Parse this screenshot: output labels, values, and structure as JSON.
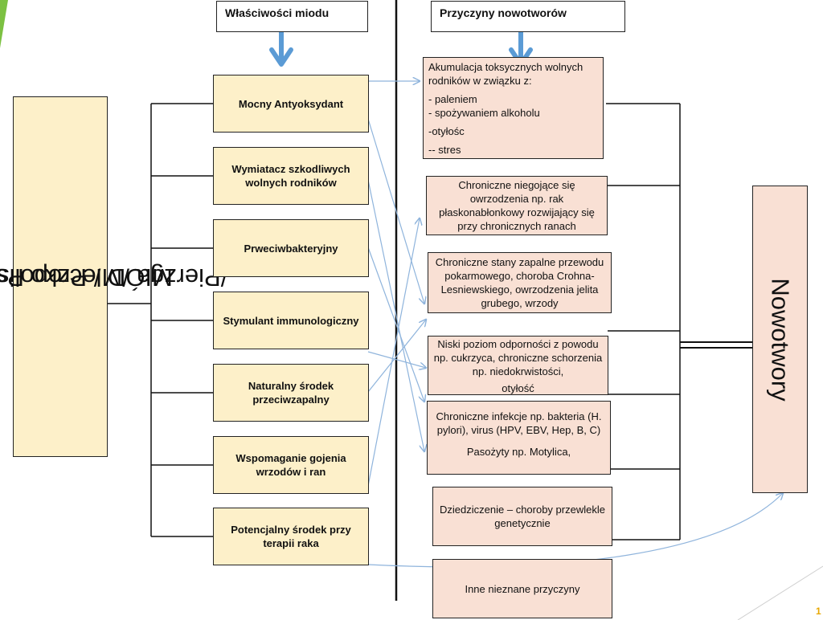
{
  "headers": {
    "properties": "Właściwości miodu",
    "causes": "Przyczyny nowotworów"
  },
  "left_label": {
    "line1": "MIÓD / Propolis / Pyłek",
    "line2": "/Pierzga /Mleczko Pszczele"
  },
  "right_label": "Nowotwory",
  "properties": [
    "Mocny Antyoksydant",
    "Wymiatacz szkodliwych wolnych rodników",
    "Prweciwbakteryjny",
    "Stymulant immunologiczny",
    "Naturalny środek przeciwzapalny",
    "Wspomaganie gojenia wrzodów i ran",
    "Potencjalny środek przy terapii raka"
  ],
  "causes": {
    "c1": {
      "line1": "Akumulacja toksycznych wolnych",
      "line2": "rodników w związku z:",
      "item1": "- paleniem",
      "item2": "- spożywaniem alkoholu",
      "item3": "-otyłośc",
      "item4": "-- stres"
    },
    "c2": "Chroniczne niegojące się owrzodzenia  np. rak płaskonabłonkowy rozwijający się przy chronicznych ranach",
    "c3": "Chroniczne stany zapalne przewodu pokarmowego, choroba Crohna-Lesniewskiego, owrzodzenia jelita grubego, wrzody",
    "c4": {
      "text": "Niski poziom odporności z powodu np. cukrzyca, chroniczne schorzenia np. niedokrwistości,",
      "tail": "otyłość"
    },
    "c5": {
      "text": "Chroniczne infekcje np. bakteria (H. pylori), virus (HPV, EBV, Hep, B, C)",
      "tail": "Pasożyty np. Motylica,"
    },
    "c6": "Dziedziczenie – choroby przewlekle genetycznie",
    "c7": "Inne nieznane przyczyny"
  },
  "page_number": "1",
  "colors": {
    "property_fill": "#fdf0c9",
    "cause_fill": "#f9e0d4",
    "arrow_blue": "#5b9bd5",
    "thin_arrow": "#8fb4dc"
  }
}
